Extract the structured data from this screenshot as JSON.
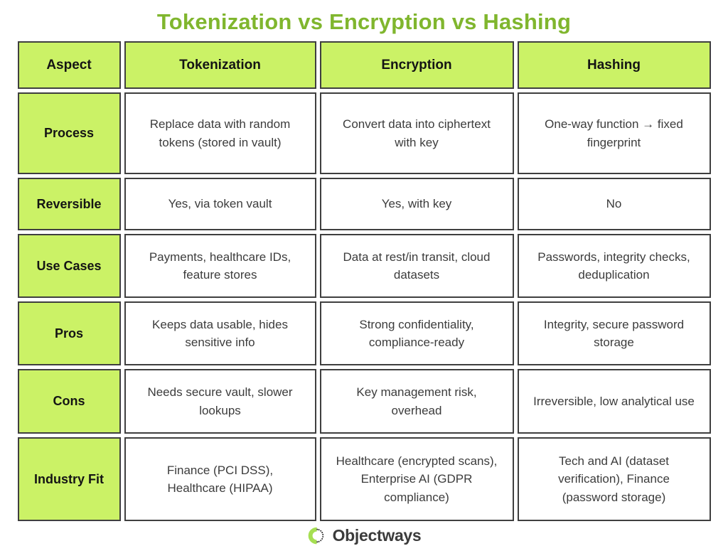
{
  "title": "Tokenization vs Encryption vs Hashing",
  "colors": {
    "title_green": "#80B62E",
    "cell_green": "#CBF266",
    "border": "#3F3F3F",
    "body_text": "#3C3C3C",
    "logo_lime": "#A6DF52"
  },
  "chart_data": {
    "type": "table",
    "title": "Tokenization vs Encryption vs Hashing",
    "columns": [
      "Aspect",
      "Tokenization",
      "Encryption",
      "Hashing"
    ],
    "rows": [
      {
        "label": "Process",
        "cells": [
          "Replace data with random tokens (stored in vault)",
          "Convert data into ciphertext with key",
          "One-way function → fixed fingerprint"
        ]
      },
      {
        "label": "Reversible",
        "cells": [
          "Yes, via token vault",
          "Yes, with key",
          "No"
        ]
      },
      {
        "label": "Use Cases",
        "cells": [
          "Payments, healthcare IDs, feature stores",
          "Data at rest/in transit, cloud datasets",
          "Passwords, integrity checks, deduplication"
        ]
      },
      {
        "label": "Pros",
        "cells": [
          "Keeps data usable, hides sensitive info",
          "Strong confidentiality, compliance-ready",
          "Integrity, secure password storage"
        ]
      },
      {
        "label": "Cons",
        "cells": [
          "Needs secure vault, slower lookups",
          "Key management risk, overhead",
          "Irreversible, low analytical use"
        ]
      },
      {
        "label": "Industry Fit",
        "cells": [
          "Finance (PCI DSS), Healthcare (HIPAA)",
          "Healthcare (encrypted scans), Enterprise AI (GDPR compliance)",
          "Tech and AI (dataset verification), Finance (password storage)"
        ]
      }
    ]
  },
  "footer": {
    "brand": "Objectways"
  }
}
